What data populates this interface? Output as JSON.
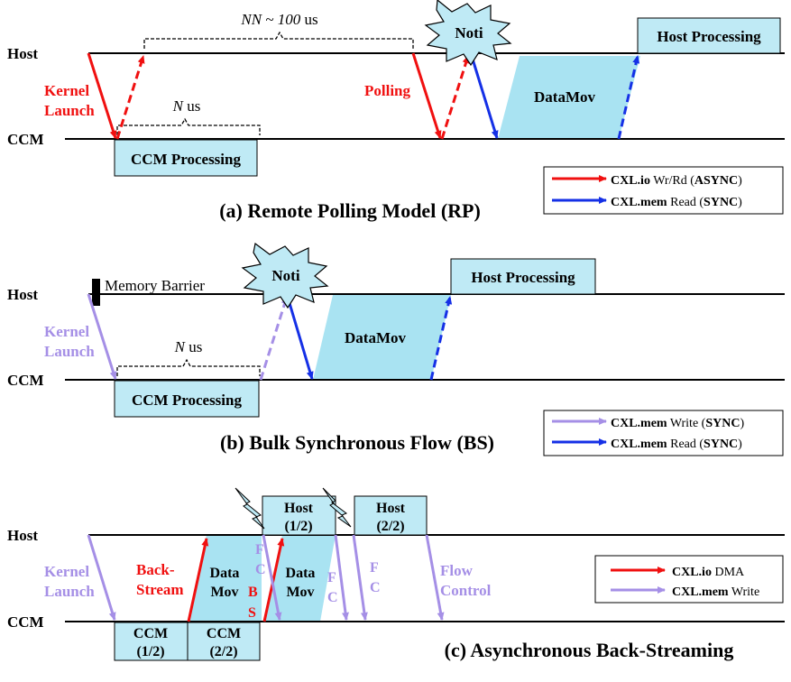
{
  "colors": {
    "red": "#f01010",
    "blue": "#1530e6",
    "purple": "#a58fe6",
    "box_fill": "#bfeaf5",
    "datamov_fill": "#a9e3f2",
    "line": "#000000"
  },
  "common": {
    "host": "Host",
    "ccm": "CCM",
    "noti": "Noti",
    "host_processing": "Host Processing",
    "ccm_processing": "CCM Processing",
    "datamov": "DataMov",
    "n_var": "N",
    "us_unit": " us"
  },
  "panel_a": {
    "caption": "(a) Remote Polling Model (RP)",
    "kernel": "Kernel",
    "launch": "Launch",
    "polling": "Polling",
    "nn_italic": "NN ~ 100",
    "nn_unit": " us",
    "legend": [
      {
        "bold": "CXL.io",
        "plain1": " Wr/Rd (",
        "bold2": "ASYNC",
        "plain2": ")"
      },
      {
        "bold": "CXL.mem",
        "plain1": " Read (",
        "bold2": "SYNC",
        "plain2": ")"
      }
    ]
  },
  "panel_b": {
    "caption": "(b) Bulk Synchronous Flow (BS)",
    "memory_barrier": "Memory Barrier",
    "kernel": "Kernel",
    "launch": "Launch",
    "legend": [
      {
        "bold": "CXL.mem",
        "plain1": " Write (",
        "bold2": "SYNC",
        "plain2": ")"
      },
      {
        "bold": "CXL.mem",
        "plain1": " Read (",
        "bold2": "SYNC",
        "plain2": ")"
      }
    ]
  },
  "panel_c": {
    "caption": "(c) Asynchronous Back-Streaming",
    "kernel": "Kernel",
    "launch": "Launch",
    "back": "Back-",
    "stream": "Stream",
    "data": "Data",
    "mov": "Mov",
    "host_1_2_top": "Host",
    "host_1_2_bot": "(1/2)",
    "host_2_2_top": "Host",
    "host_2_2_bot": "(2/2)",
    "ccm_1_2_top": "CCM",
    "ccm_1_2_bot": "(1/2)",
    "ccm_2_2_top": "CCM",
    "ccm_2_2_bot": "(2/2)",
    "fc_f": "F",
    "fc_c": "C",
    "bs_b": "B",
    "bs_s": "S",
    "flow": "Flow",
    "control": "Control",
    "legend": [
      {
        "bold": "CXL.io",
        "plain1": " DMA",
        "bold2": "",
        "plain2": ""
      },
      {
        "bold": "CXL.mem",
        "plain1": " Write",
        "bold2": "",
        "plain2": ""
      }
    ]
  }
}
